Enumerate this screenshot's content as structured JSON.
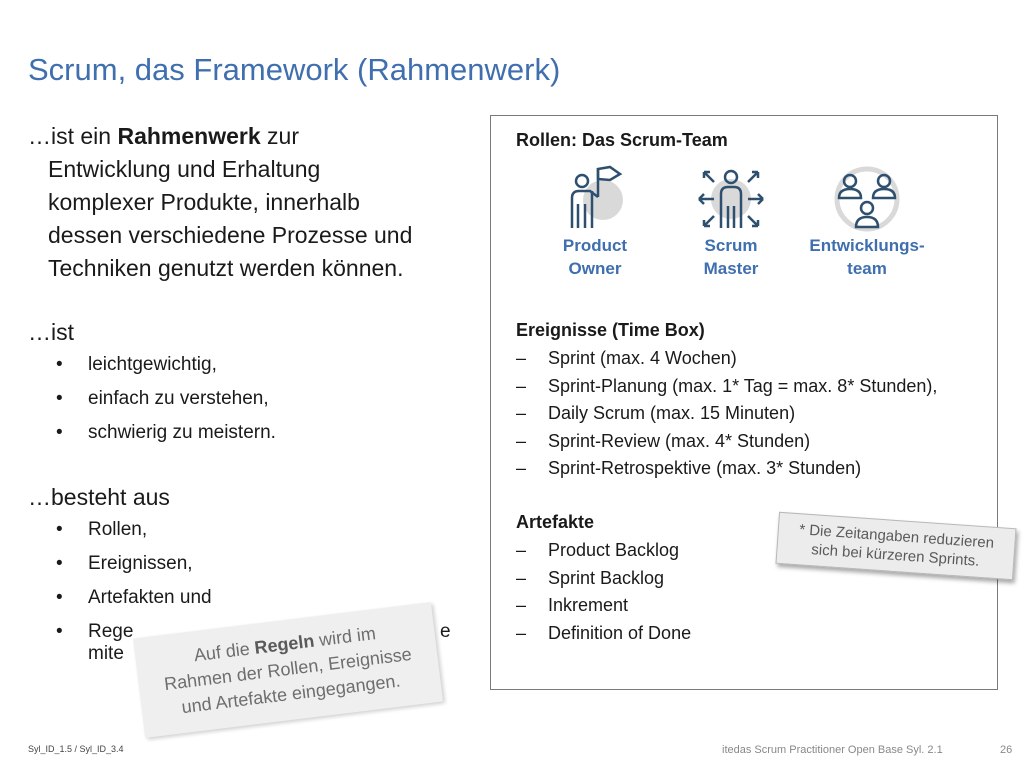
{
  "title": "Scrum, das Framework (Rahmenwerk)",
  "intro": {
    "prefix": "…ist ein ",
    "bold": "Rahmenwerk",
    "suffix_line1": " zur",
    "lines": [
      "Entwicklung und Erhaltung",
      "komplexer Produkte, innerhalb",
      "dessen verschiedene Prozesse und",
      "Techniken genutzt werden können."
    ]
  },
  "ist": {
    "heading": "…ist",
    "items": [
      "leichtgewichtig,",
      "einfach zu verstehen,",
      "schwierig zu meistern."
    ]
  },
  "besteht": {
    "heading": "…besteht aus",
    "items": [
      "Rollen,",
      "Ereignissen,",
      "Artefakten und"
    ],
    "last_item_line1": "Rege",
    "last_item_tail": "e",
    "last_item_line2": "mite"
  },
  "bullet_symbol": "•",
  "panel": {
    "roles_heading": "Rollen: Das Scrum-Team",
    "roles": [
      {
        "line1": "Product",
        "line2": "Owner",
        "icon": "product-owner-flag-icon"
      },
      {
        "line1": "Scrum",
        "line2": "Master",
        "icon": "scrum-master-arrows-icon"
      },
      {
        "line1": "Entwicklungs-",
        "line2": "team",
        "icon": "team-people-icon"
      }
    ],
    "events_heading": "Ereignisse (Time Box)",
    "events": [
      "Sprint (max. 4 Wochen)",
      "Sprint-Planung (max. 1* Tag = max. 8* Stunden),",
      "Daily Scrum (max. 15 Minuten)",
      "Sprint-Review (max. 4* Stunden)",
      "Sprint-Retrospektive (max. 3* Stunden)"
    ],
    "artifacts_heading": "Artefakte",
    "artifacts": [
      "Product Backlog",
      "Sprint Backlog",
      "Inkrement",
      "Definition of Done"
    ],
    "dash_symbol": "–"
  },
  "note": {
    "line1": "*  Die Zeitangaben reduzieren",
    "line2": "sich bei kürzeren Sprints."
  },
  "sticky": {
    "prefix": "Auf die ",
    "bold": "Regeln",
    "suffix": " wird im",
    "line2": "Rahmen der Rollen, Ereignisse",
    "line3": "und Artefakte eingegangen."
  },
  "footer": {
    "left": "Syl_ID_1.5 / Syl_ID_3.4",
    "center": "itedas Scrum Practitioner Open Base Syl. 2.1",
    "page": "26"
  },
  "colors": {
    "accent": "#3f6fae",
    "icon": "#2f4f6f",
    "icon_bg": "#d9d9d9"
  }
}
